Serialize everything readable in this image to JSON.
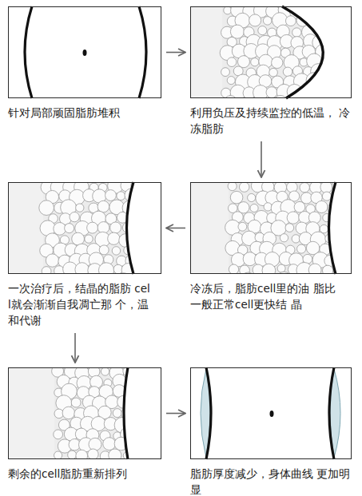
{
  "diagram": {
    "nodes": [
      {
        "text": [
          "针对局部顽固脂肪堆积"
        ]
      },
      {
        "text": [
          "利用负压及持续监控的低温， 冷冻脂肪"
        ]
      },
      {
        "text": [
          "一次治疗后，结晶的脂肪 cell就会渐渐自我凋亡那 个，温和代谢"
        ]
      },
      {
        "text": [
          "冷冻后，脂肪cell里的油 脂比一般正常cell更快结 晶"
        ]
      },
      {
        "text": [
          "剩余的cell脂肪重新排列"
        ]
      },
      {
        "text": [
          "脂肪厚度减少，身体曲线 更加明显"
        ]
      }
    ],
    "edges": [
      {
        "from": 0,
        "to": 1,
        "arrow": "to"
      },
      {
        "from": 1,
        "to": 3,
        "arrow": "to"
      },
      {
        "from": 3,
        "to": 2,
        "arrow": "to"
      },
      {
        "from": 2,
        "to": 4,
        "arrow": "to"
      },
      {
        "from": 4,
        "to": 5,
        "arrow": "to"
      }
    ]
  }
}
